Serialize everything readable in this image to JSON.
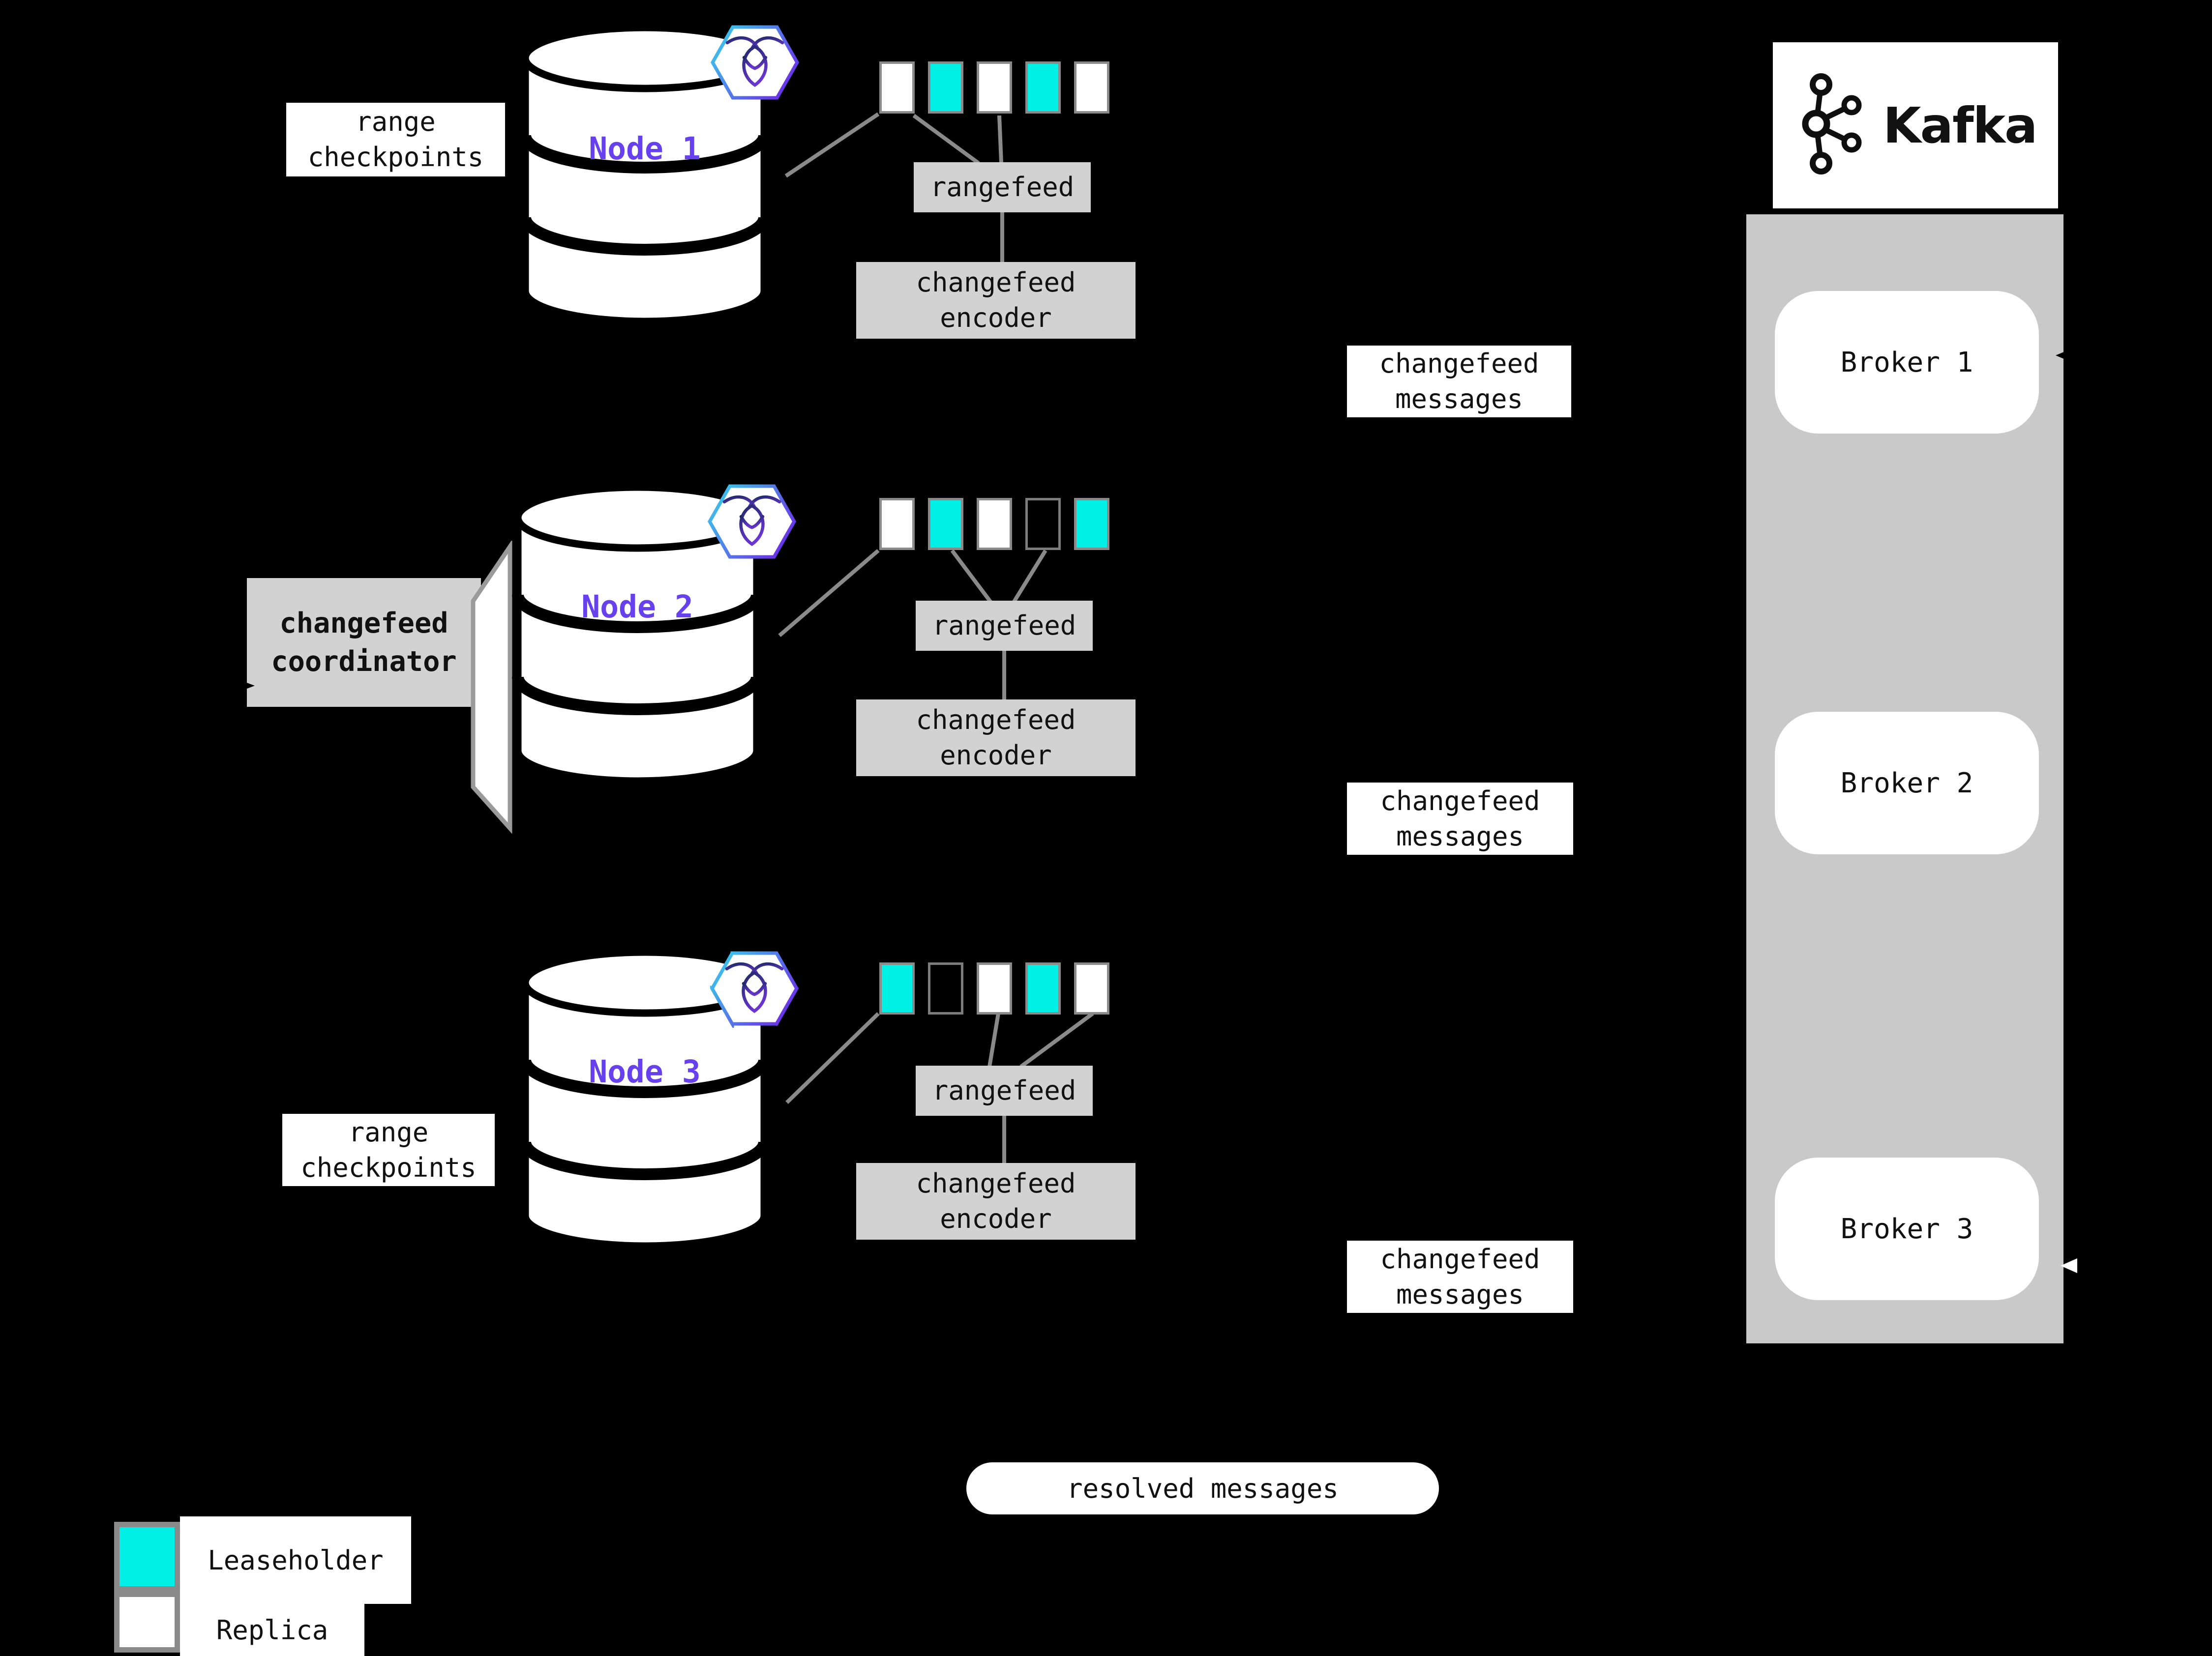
{
  "nodes": [
    {
      "label": "Node 1",
      "rangefeed_label": "rangefeed",
      "encoder_label": "changefeed\nencoder",
      "ranges": [
        "replica",
        "leaseholder",
        "replica",
        "leaseholder",
        "replica"
      ]
    },
    {
      "label": "Node 2",
      "rangefeed_label": "rangefeed",
      "encoder_label": "changefeed\nencoder",
      "ranges": [
        "replica",
        "leaseholder",
        "replica",
        "empty",
        "leaseholder"
      ]
    },
    {
      "label": "Node 3",
      "rangefeed_label": "rangefeed",
      "encoder_label": "changefeed\nencoder",
      "ranges": [
        "leaseholder",
        "empty",
        "replica",
        "leaseholder",
        "replica"
      ]
    }
  ],
  "labels": {
    "range_checkpoints_top": "range\ncheckpoints",
    "range_checkpoints_bottom": "range\ncheckpoints",
    "coordinator": "changefeed\ncoordinator",
    "changefeed_messages_1": "changefeed\nmessages",
    "changefeed_messages_2": "changefeed\nmessages",
    "changefeed_messages_3": "changefeed\nmessages",
    "resolved_messages": "resolved messages"
  },
  "kafka": {
    "wordmark": "Kafka",
    "brokers": [
      "Broker 1",
      "Broker 2",
      "Broker 3"
    ]
  },
  "legend": {
    "leaseholder_label": "Leaseholder",
    "replica_label": "Replica"
  },
  "icons": {
    "node_badge": "cockroachdb-hexagon-icon",
    "kafka_logo": "kafka-logo-icon"
  },
  "colors": {
    "canvas_bg": "#000000",
    "leaseholder": "#00f0e6",
    "replica": "#ffffff",
    "node_label": "#6841ee",
    "panel_gray": "#d2d2d2",
    "kafka_gray": "#c9c9c9",
    "square_border": "#8a8a8a",
    "connector_gray": "#8a8a8a",
    "hex_grad_start": "#35d6ec",
    "hex_grad_end": "#6a35e8"
  }
}
